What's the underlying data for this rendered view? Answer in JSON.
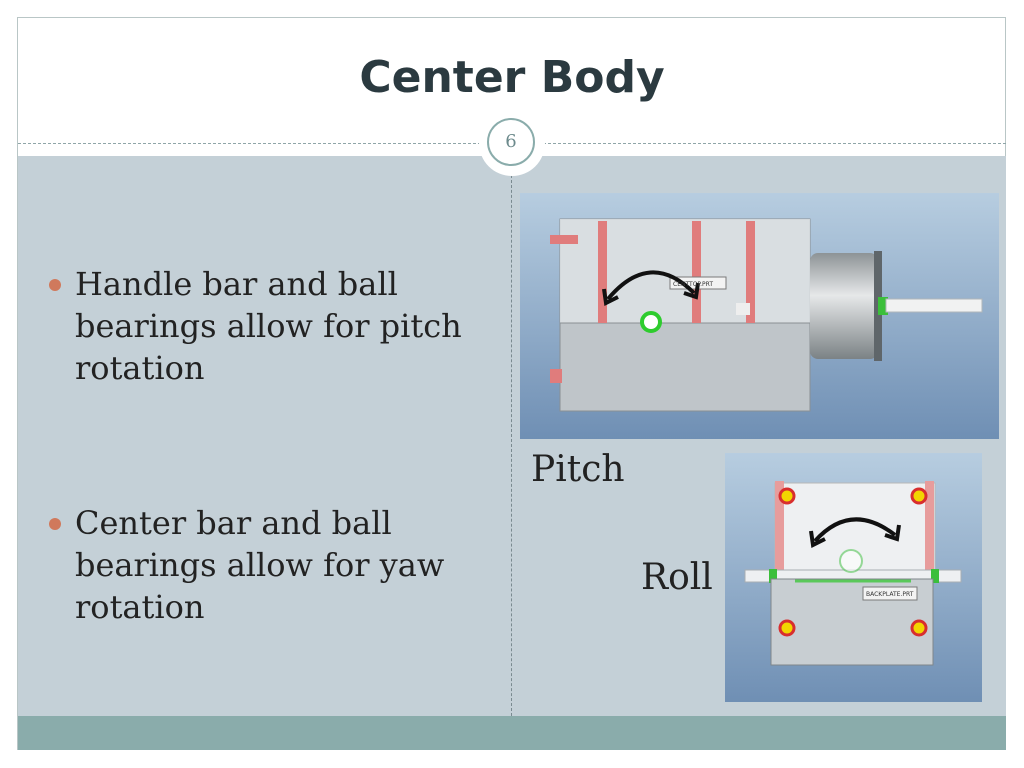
{
  "slide": {
    "title": "Center Body",
    "number": "6"
  },
  "bullets": [
    "Handle bar and ball bearings allow for pitch rotation",
    "Center bar and ball bearings allow for yaw rotation"
  ],
  "images": {
    "pitch": {
      "caption": "Pitch",
      "part_label": "CENTTOP.PRT"
    },
    "roll": {
      "caption": "Roll",
      "part_label": "BACKPLATE.PRT"
    }
  },
  "colors": {
    "title": "#2b3a40",
    "content_bg": "#c4d0d7",
    "footer": "#8aacab",
    "bullet_dot": "#d0795c"
  }
}
